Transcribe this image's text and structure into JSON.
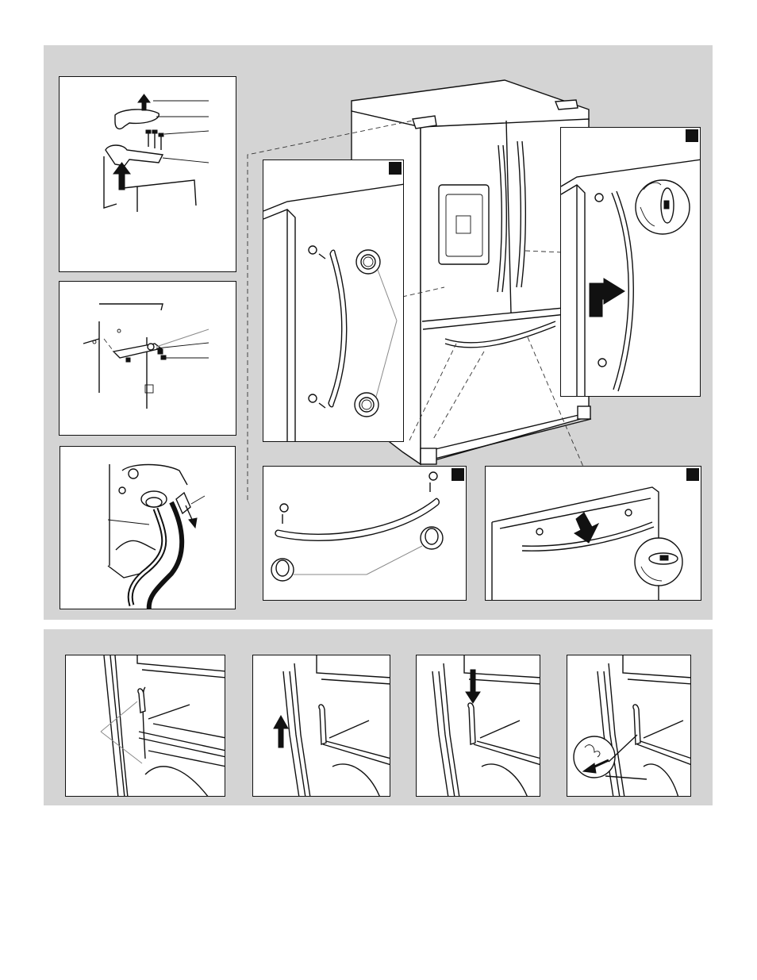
{
  "page": {
    "band_color": "#d4d4d4",
    "ink_color": "#111111",
    "leader_color": "#8a8a8a"
  },
  "figures": [
    {
      "name": "hinge-removal",
      "icons": [
        "up-arrow-icon",
        "screw-icon"
      ]
    },
    {
      "name": "hinge-bracket",
      "icons": [
        "screw-icon"
      ]
    },
    {
      "name": "water-line",
      "icons": [
        "arrow-icon"
      ]
    },
    {
      "name": "refrigerator-overview",
      "icons": []
    },
    {
      "name": "door-handle-mounting",
      "icons": [
        "standoff-icon",
        "screw-icon"
      ]
    },
    {
      "name": "door-handle-setscrew",
      "icons": [
        "hex-key-icon",
        "push-arrow-icon"
      ]
    },
    {
      "name": "drawer-handle-mounting",
      "icons": [
        "standoff-icon",
        "screw-icon"
      ]
    },
    {
      "name": "drawer-handle-setscrew",
      "icons": [
        "hex-key-icon",
        "push-arrow-icon"
      ]
    },
    {
      "name": "drawer-step-1",
      "icons": []
    },
    {
      "name": "drawer-step-2",
      "icons": [
        "up-arrow-icon"
      ]
    },
    {
      "name": "drawer-step-3",
      "icons": [
        "down-arrow-icon"
      ]
    },
    {
      "name": "drawer-step-4",
      "icons": [
        "diagonal-arrow-icon"
      ]
    }
  ]
}
